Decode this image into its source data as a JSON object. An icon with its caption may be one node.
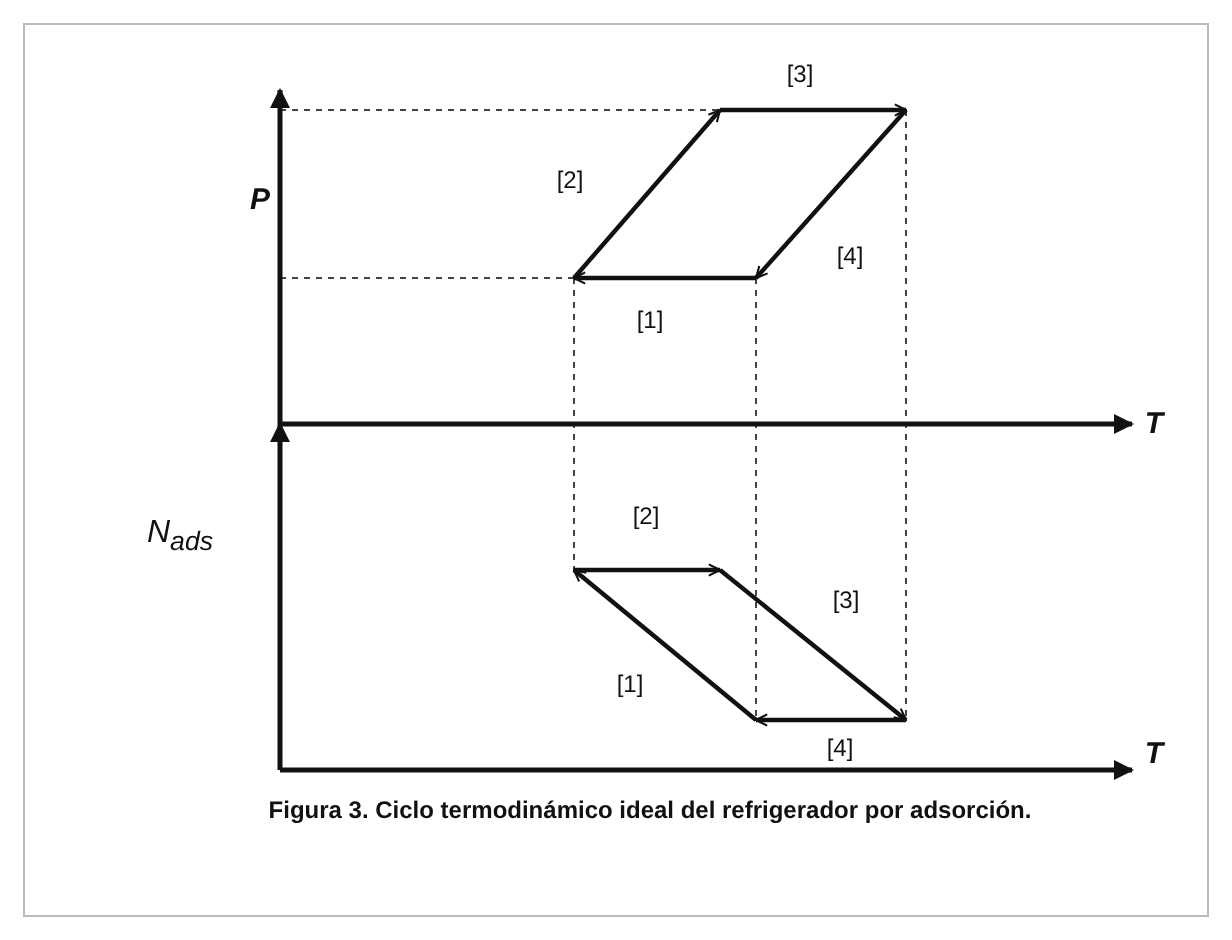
{
  "diagram": {
    "caption": "Figura 3. Ciclo termodinámico ideal del refrigerador por adsorción.",
    "labels": [
      "[3]",
      "P",
      "[2]",
      "[4]",
      "[1]",
      "T",
      "N$_{ads}$",
      "[2]",
      "[3]",
      "[1]",
      "[4]",
      "T"
    ]
  }
}
